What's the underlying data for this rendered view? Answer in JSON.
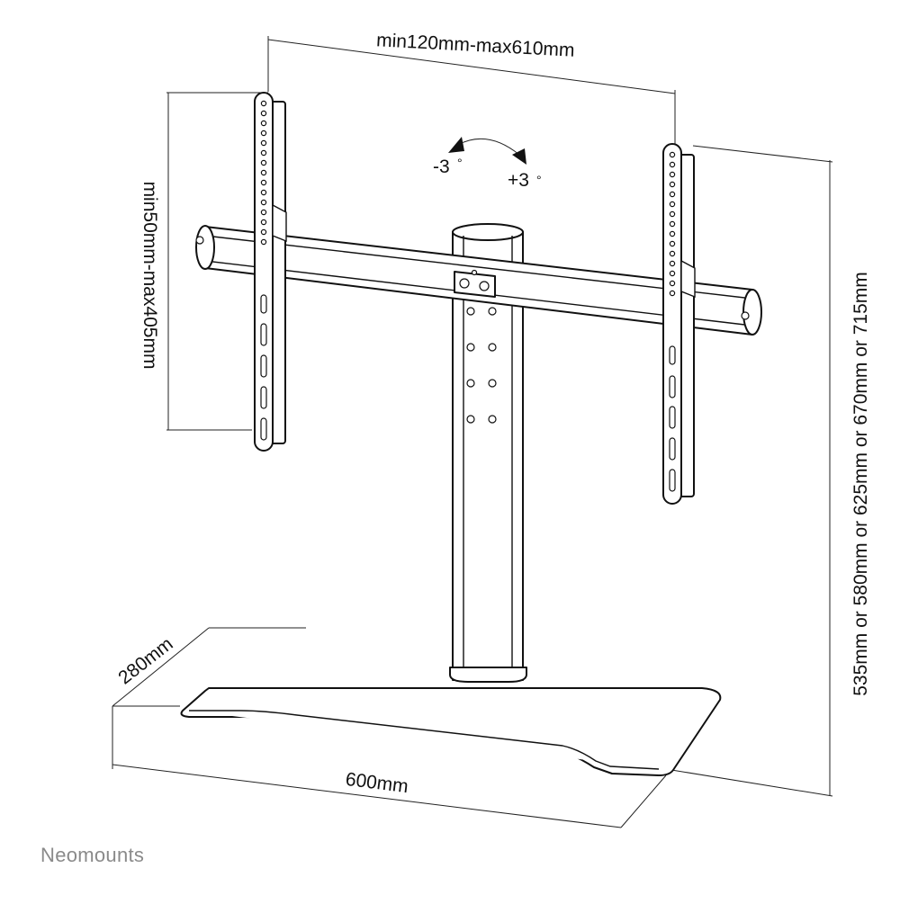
{
  "dimensions": {
    "vesa_width": "min120mm-max610mm",
    "vesa_height": "min50mm-max405mm",
    "tilt_minus": "-3",
    "tilt_plus": "+3",
    "degree_symbol": "°",
    "base_depth": "280mm",
    "base_width": "600mm",
    "height_options": "535mm or 580mm or 625mm or 670mm or 715mm"
  },
  "brand": {
    "name": "Neomounts"
  }
}
